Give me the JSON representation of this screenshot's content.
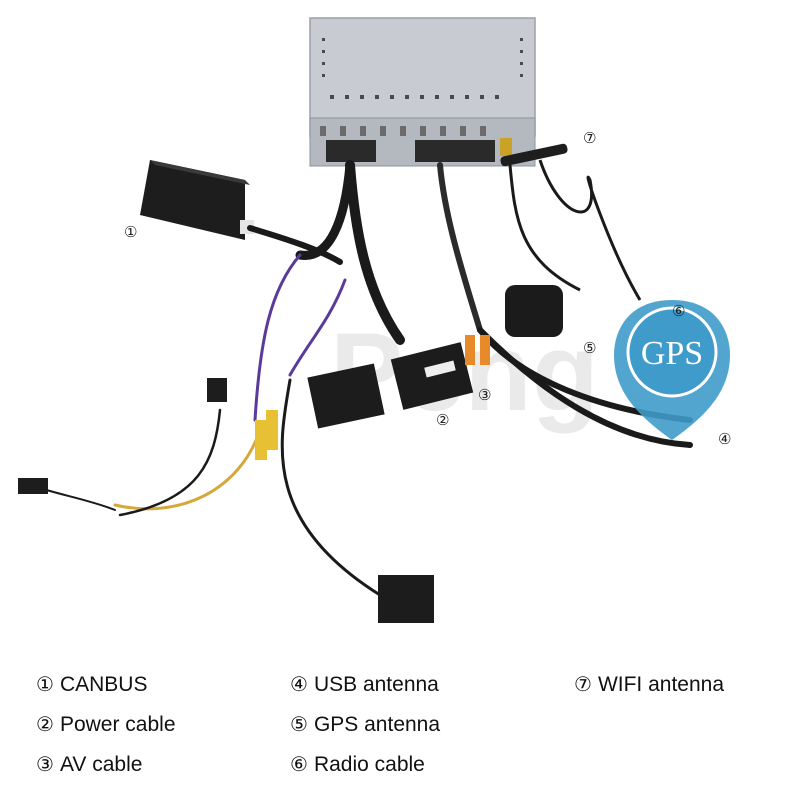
{
  "watermark": "Peng",
  "gps_badge": "GPS",
  "callouts": {
    "c1": "①",
    "c2": "②",
    "c3": "③",
    "c4": "④",
    "c5": "⑤",
    "c6": "⑥",
    "c7": "⑦"
  },
  "legend": [
    {
      "num": "①",
      "label": "CANBUS"
    },
    {
      "num": "②",
      "label": "Power cable"
    },
    {
      "num": "③",
      "label": "AV cable"
    },
    {
      "num": "④",
      "label": "USB antenna"
    },
    {
      "num": "⑤",
      "label": "GPS antenna"
    },
    {
      "num": "⑥",
      "label": "Radio cable"
    },
    {
      "num": "⑦",
      "label": "WIFI antenna"
    }
  ],
  "colors": {
    "unit_body": "#c8ccd2",
    "cable_black": "#1a1a1a",
    "gps_badge": "#3f9bc9",
    "rca_yellow": "#e8c033",
    "rca_orange": "#e88a2a"
  }
}
